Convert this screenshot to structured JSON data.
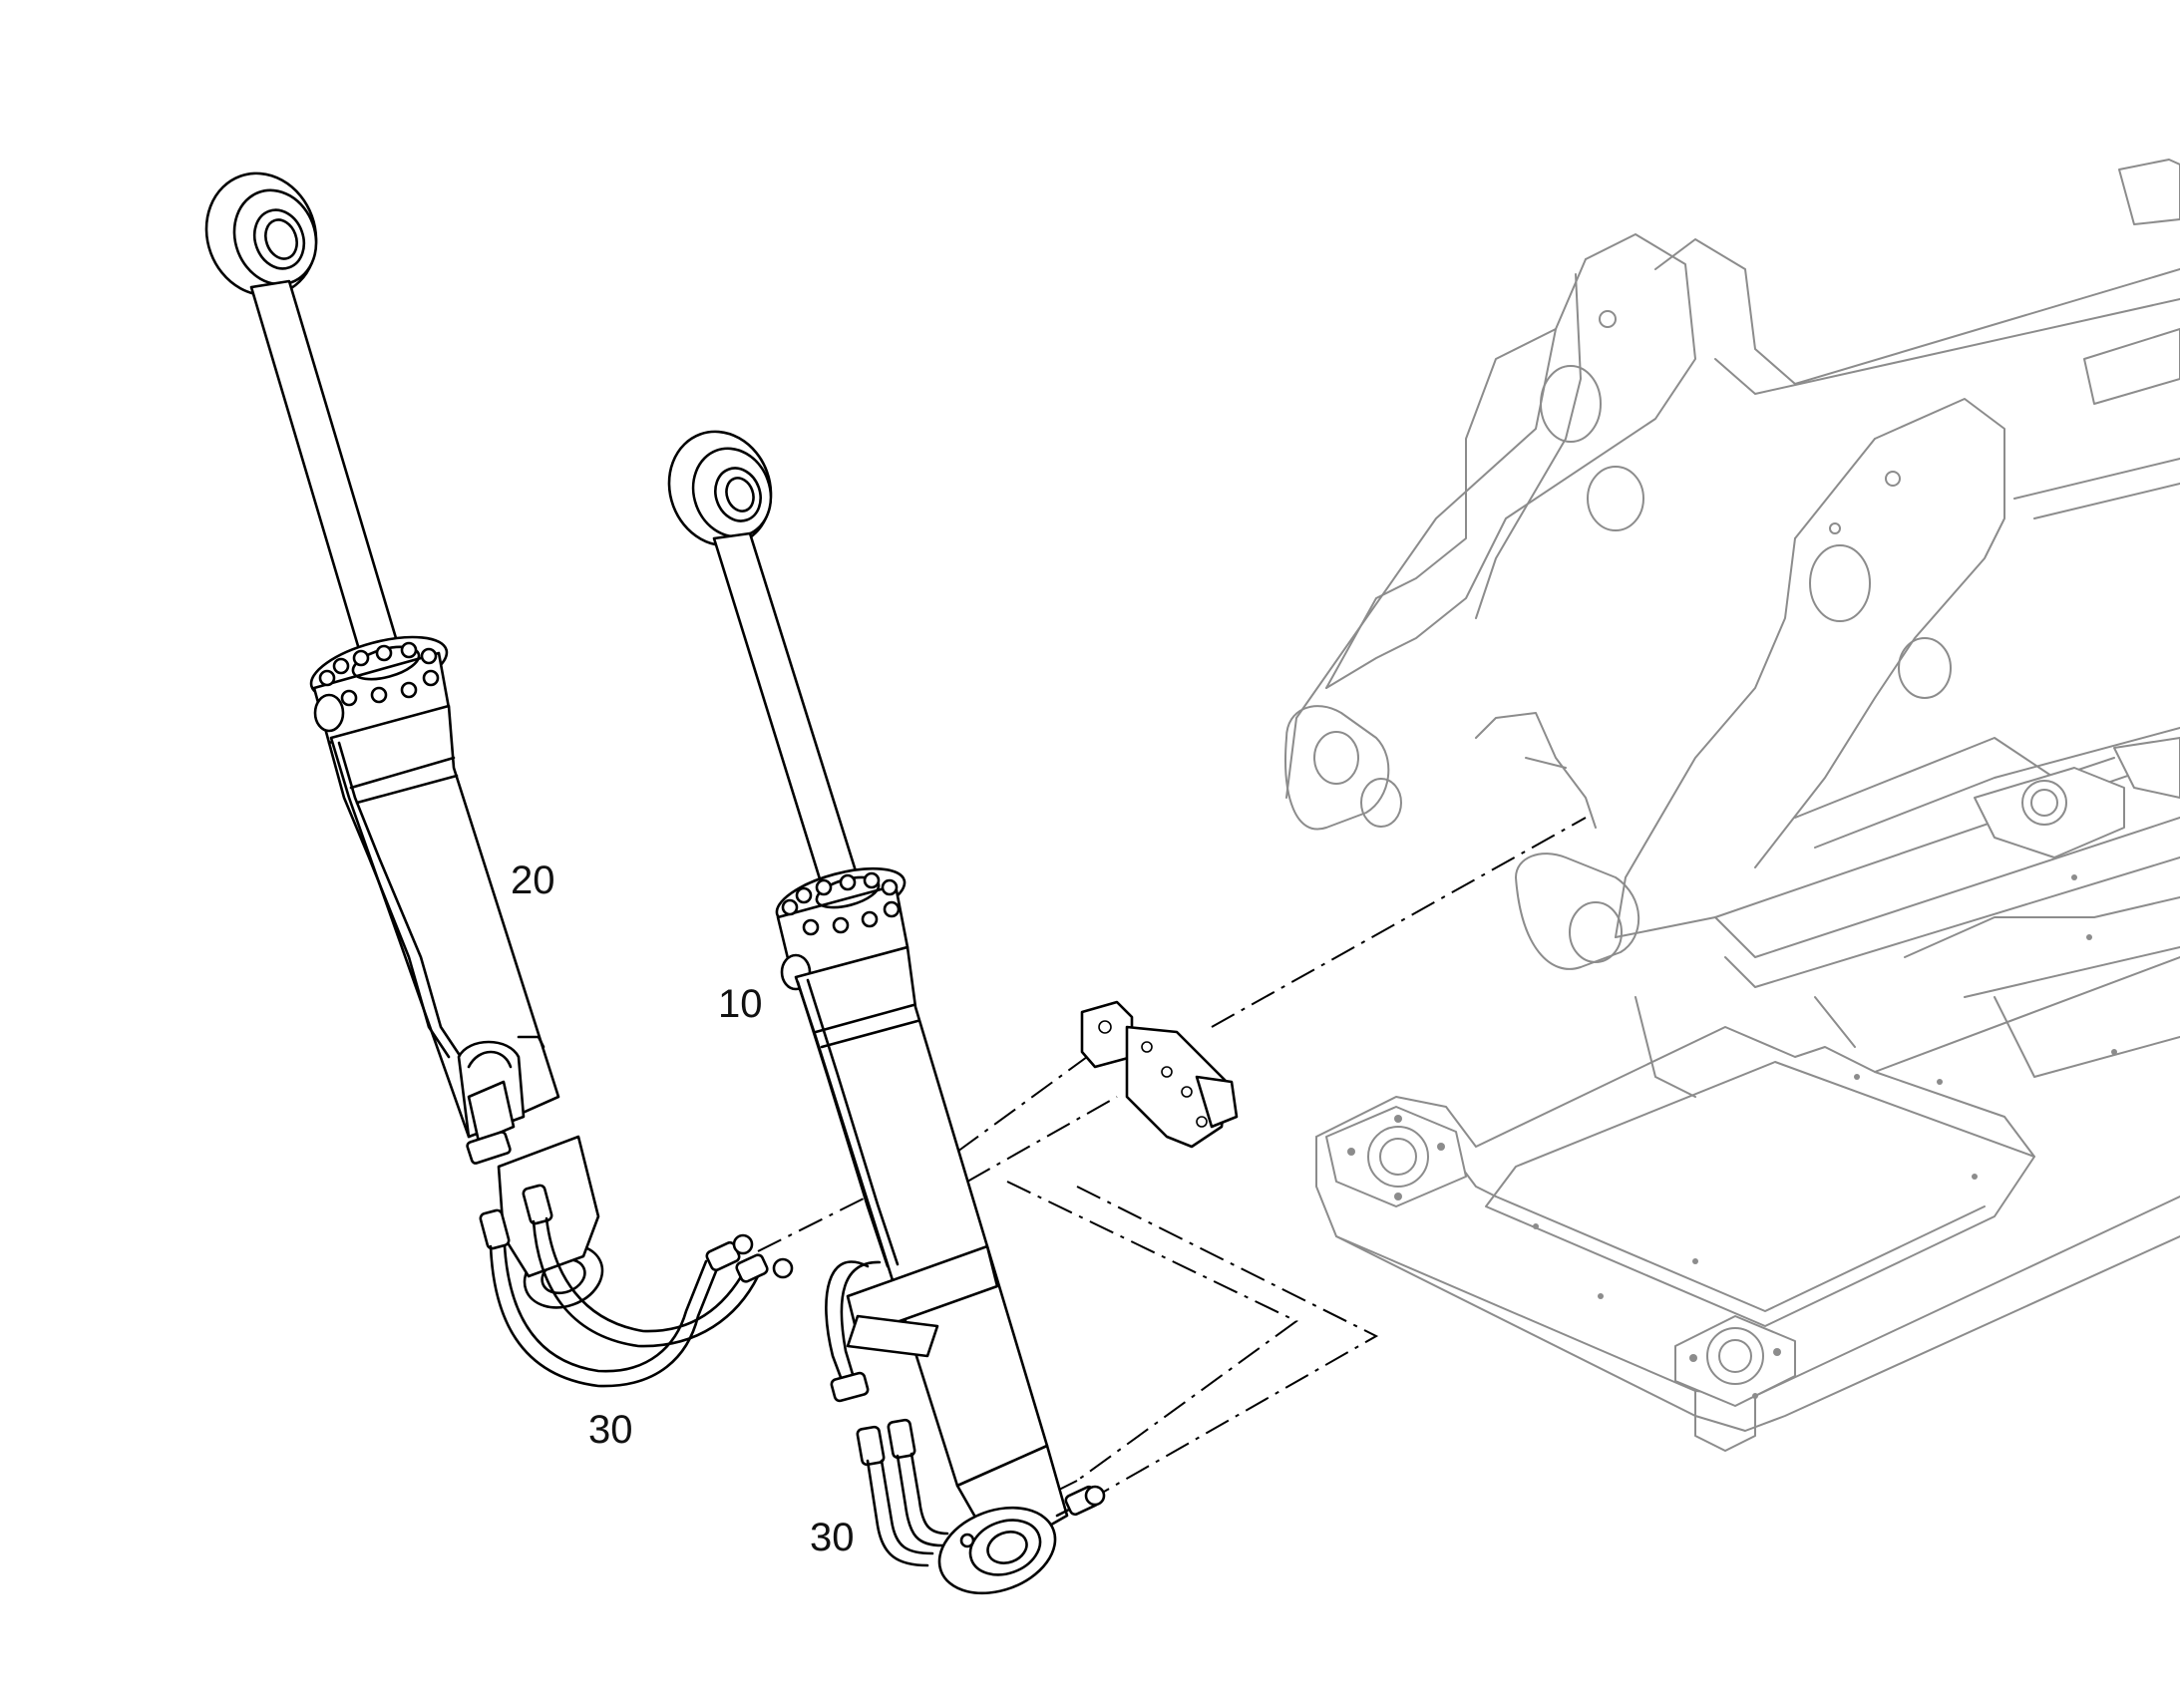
{
  "callouts": {
    "item_10": "10",
    "item_20": "20",
    "item_30_left": "30",
    "item_30_right": "30"
  },
  "colors": {
    "line": "#000000",
    "background_part": "#8c8c8c",
    "paper": "#ffffff"
  }
}
